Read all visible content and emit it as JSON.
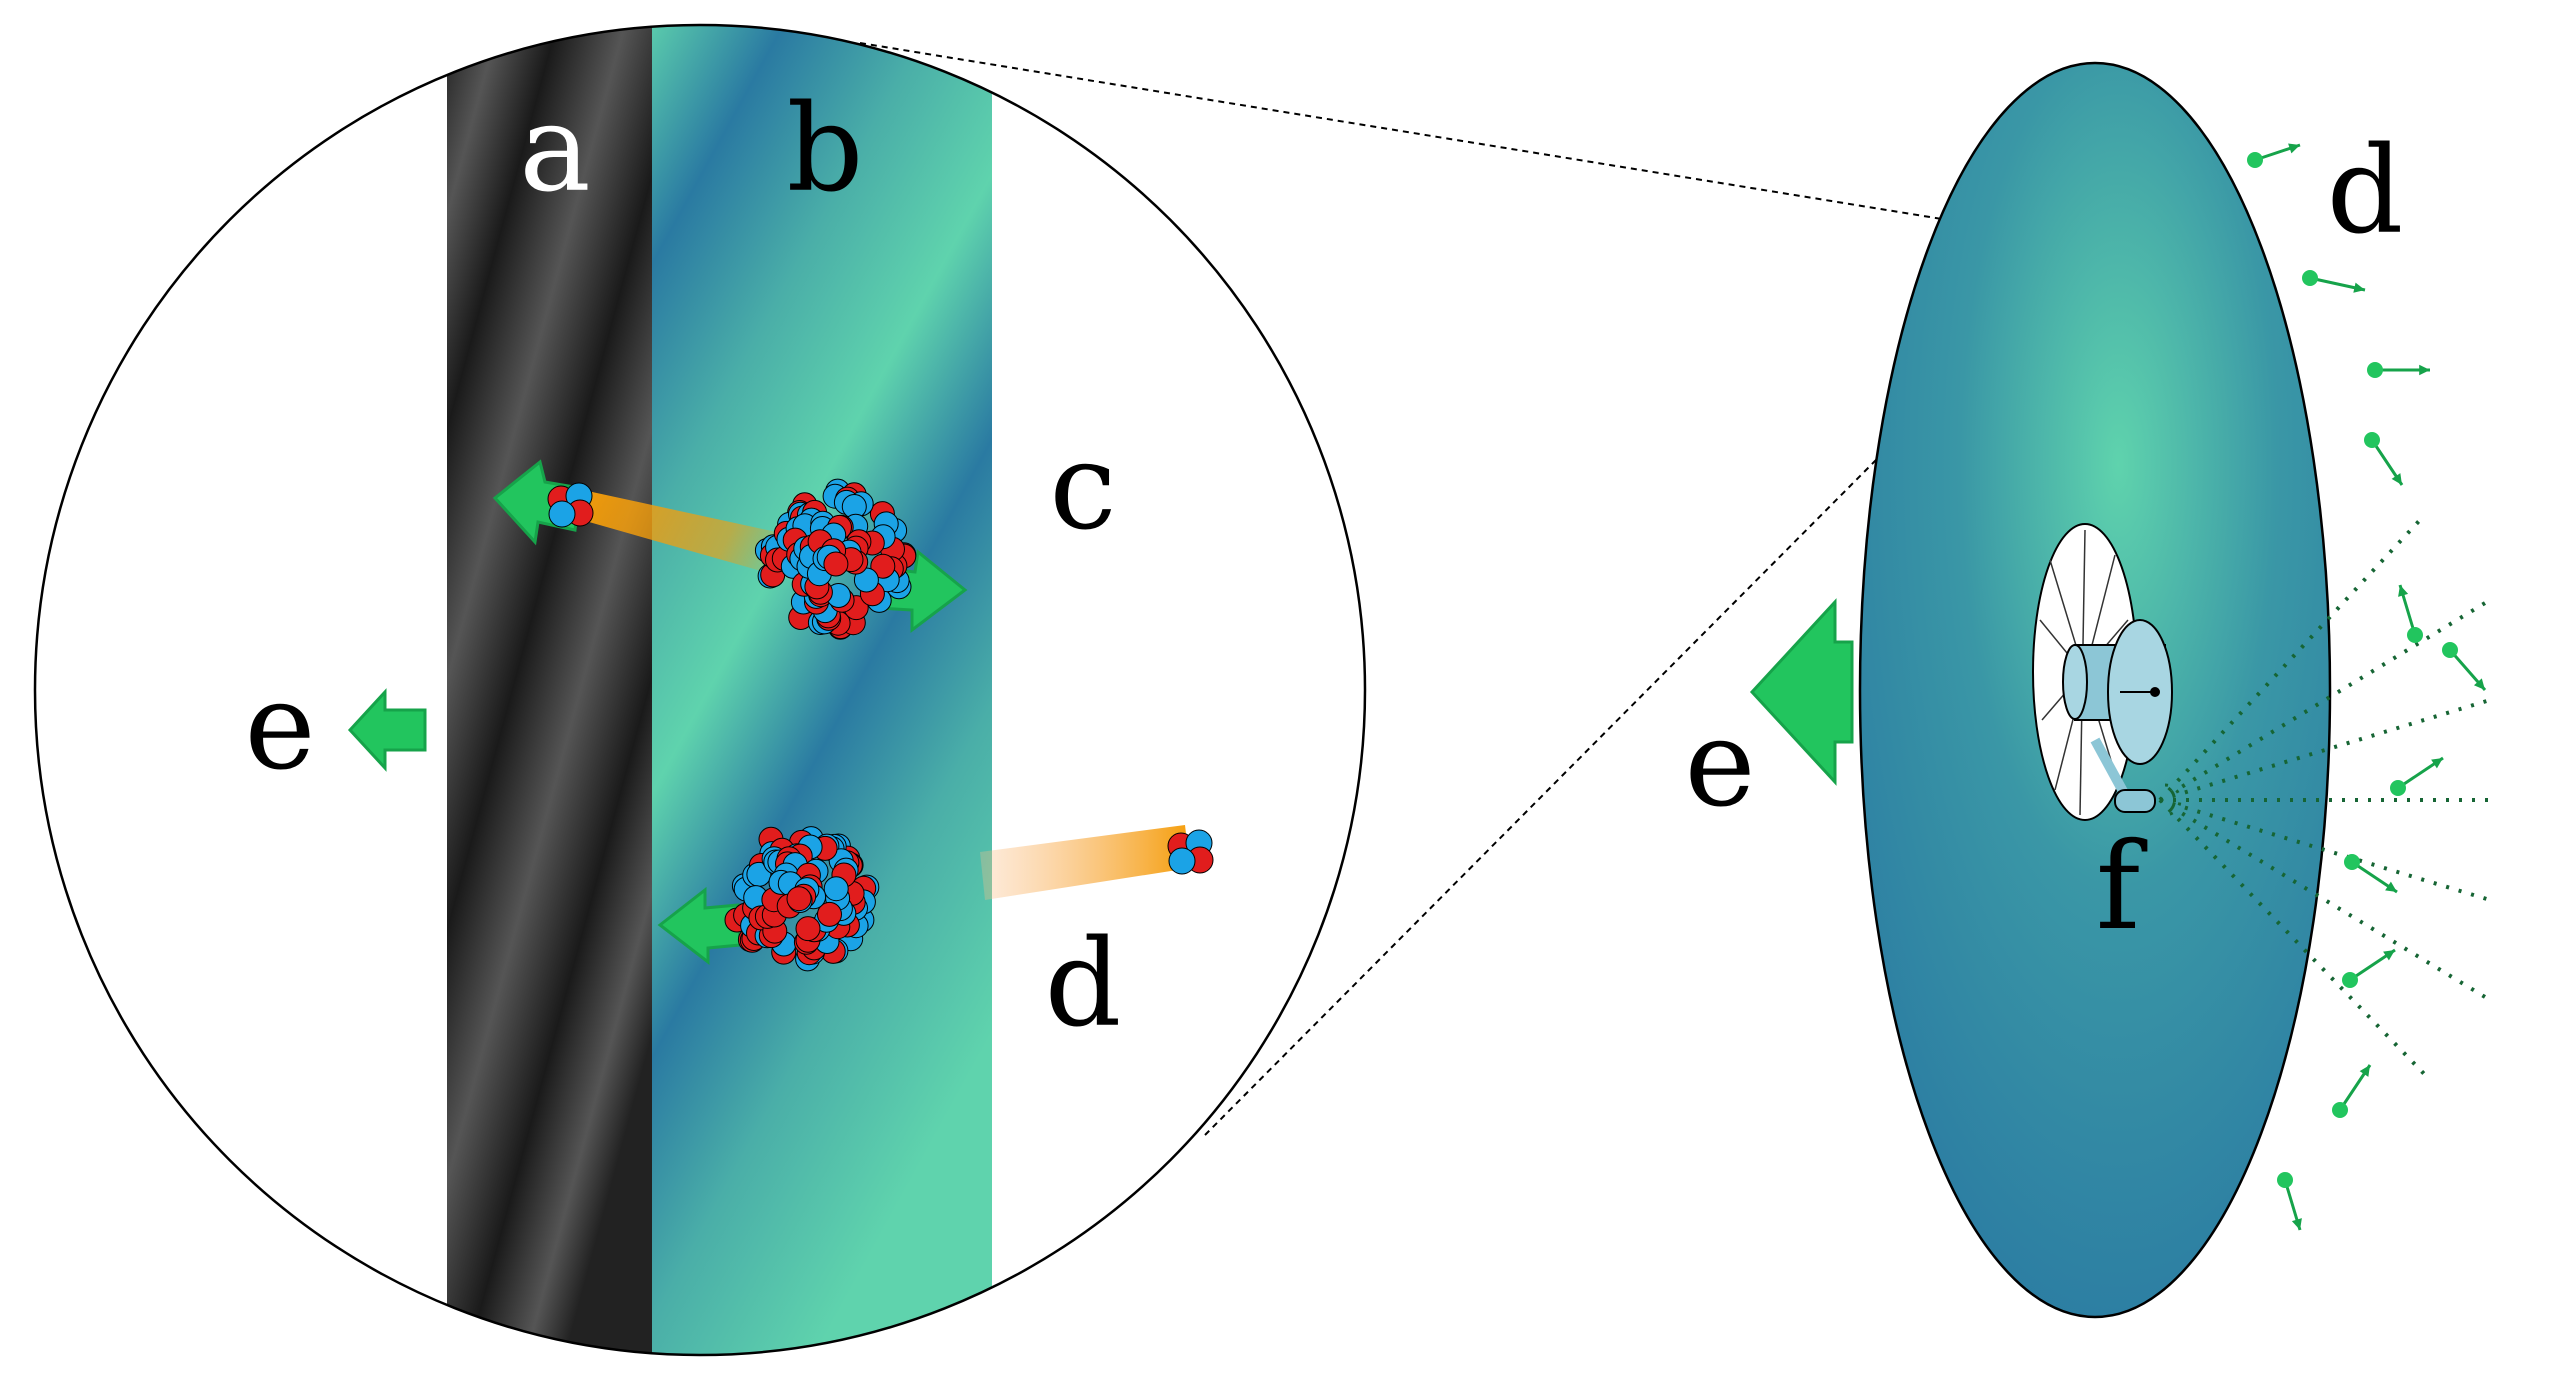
{
  "labels": {
    "a": "a",
    "b": "b",
    "c": "c",
    "d_inset": "d",
    "e_inset": "e",
    "d_sail": "d",
    "e_sail": "e",
    "f": "f"
  },
  "colors": {
    "green_arrow": "#22c55e",
    "green_arrow_dark": "#16a34a",
    "proton": "#e11d1d",
    "neutron": "#1ba3e6",
    "beam": "#f59e0b",
    "sail_dark": "#2a7aa2",
    "sail_light": "#5fd3ad",
    "dark_layer": "#1c1c1c",
    "laser_dots": "#166534"
  },
  "icons": [
    "alpha-particle-icon",
    "nucleus-icon",
    "thrust-arrow-icon",
    "spacecraft-icon",
    "particle-icon"
  ]
}
